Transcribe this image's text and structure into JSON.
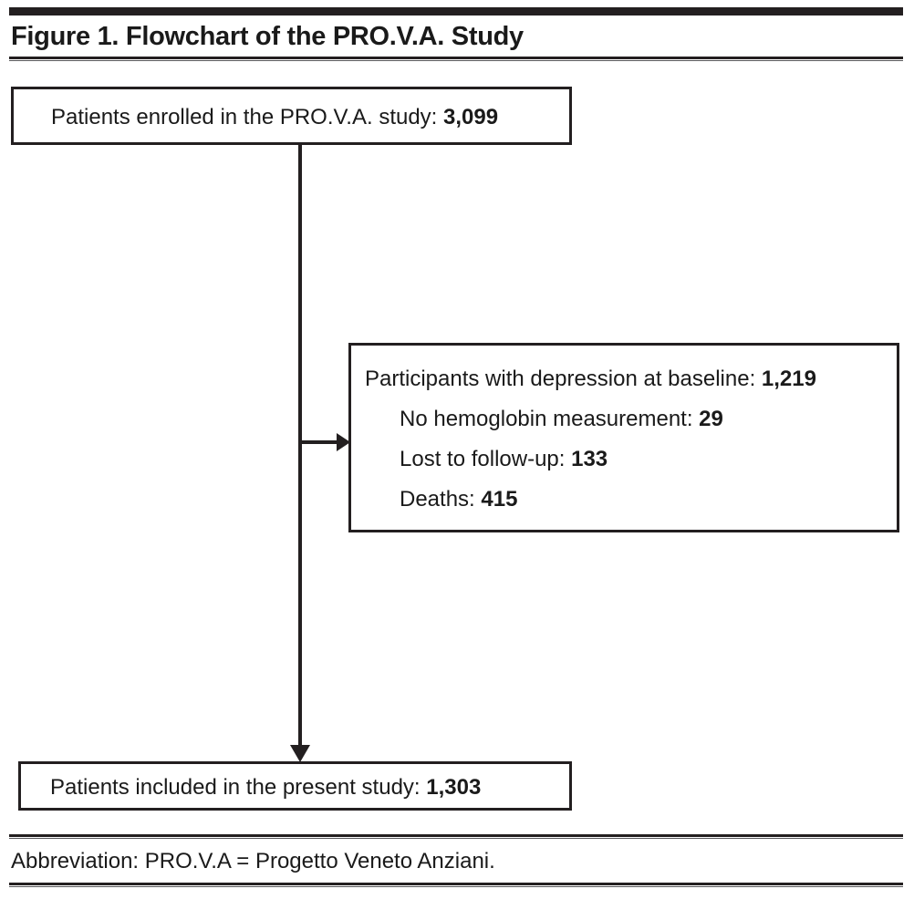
{
  "figure": {
    "title": "Figure 1. Flowchart of the PRO.V.A. Study",
    "footnote": "Abbreviation: PRO.V.A = Progetto Veneto Anziani.",
    "colors": {
      "rule": "#231f20",
      "text": "#1a1a1a",
      "background": "#ffffff"
    }
  },
  "chart_data": {
    "type": "diagram",
    "title": "Figure 1. Flowchart of the PRO.V.A. Study",
    "nodes": [
      {
        "id": "enrolled",
        "lines": [
          {
            "label": "Patients enrolled in the PRO.V.A. study:",
            "value": "3,099",
            "indent": 0
          }
        ]
      },
      {
        "id": "excluded",
        "lines": [
          {
            "label": "Participants with depression at baseline:",
            "value": "1,219",
            "indent": 0
          },
          {
            "label": "No hemoglobin measurement:",
            "value": "29",
            "indent": 1
          },
          {
            "label": "Lost to follow-up:",
            "value": "133",
            "indent": 1
          },
          {
            "label": "Deaths:",
            "value": "415",
            "indent": 1
          }
        ]
      },
      {
        "id": "included",
        "lines": [
          {
            "label": "Patients included in the present study:",
            "value": "1,303",
            "indent": 0
          }
        ]
      }
    ],
    "edges": [
      {
        "from": "enrolled",
        "to": "excluded",
        "direction": "right"
      },
      {
        "from": "enrolled",
        "to": "included",
        "direction": "down"
      }
    ]
  },
  "boxes": {
    "enrolled": {
      "line_0_label": "Patients enrolled in the PRO.V.A. study: ",
      "line_0_value": "3,099"
    },
    "excluded": {
      "line_0_label": "Participants with depression at baseline: ",
      "line_0_value": "1,219",
      "line_1_label": "No hemoglobin measurement: ",
      "line_1_value": "29",
      "line_2_label": "Lost to follow-up: ",
      "line_2_value": "133",
      "line_3_label": "Deaths: ",
      "line_3_value": "415"
    },
    "included": {
      "line_0_label": "Patients included in the present study: ",
      "line_0_value": "1,303"
    }
  }
}
